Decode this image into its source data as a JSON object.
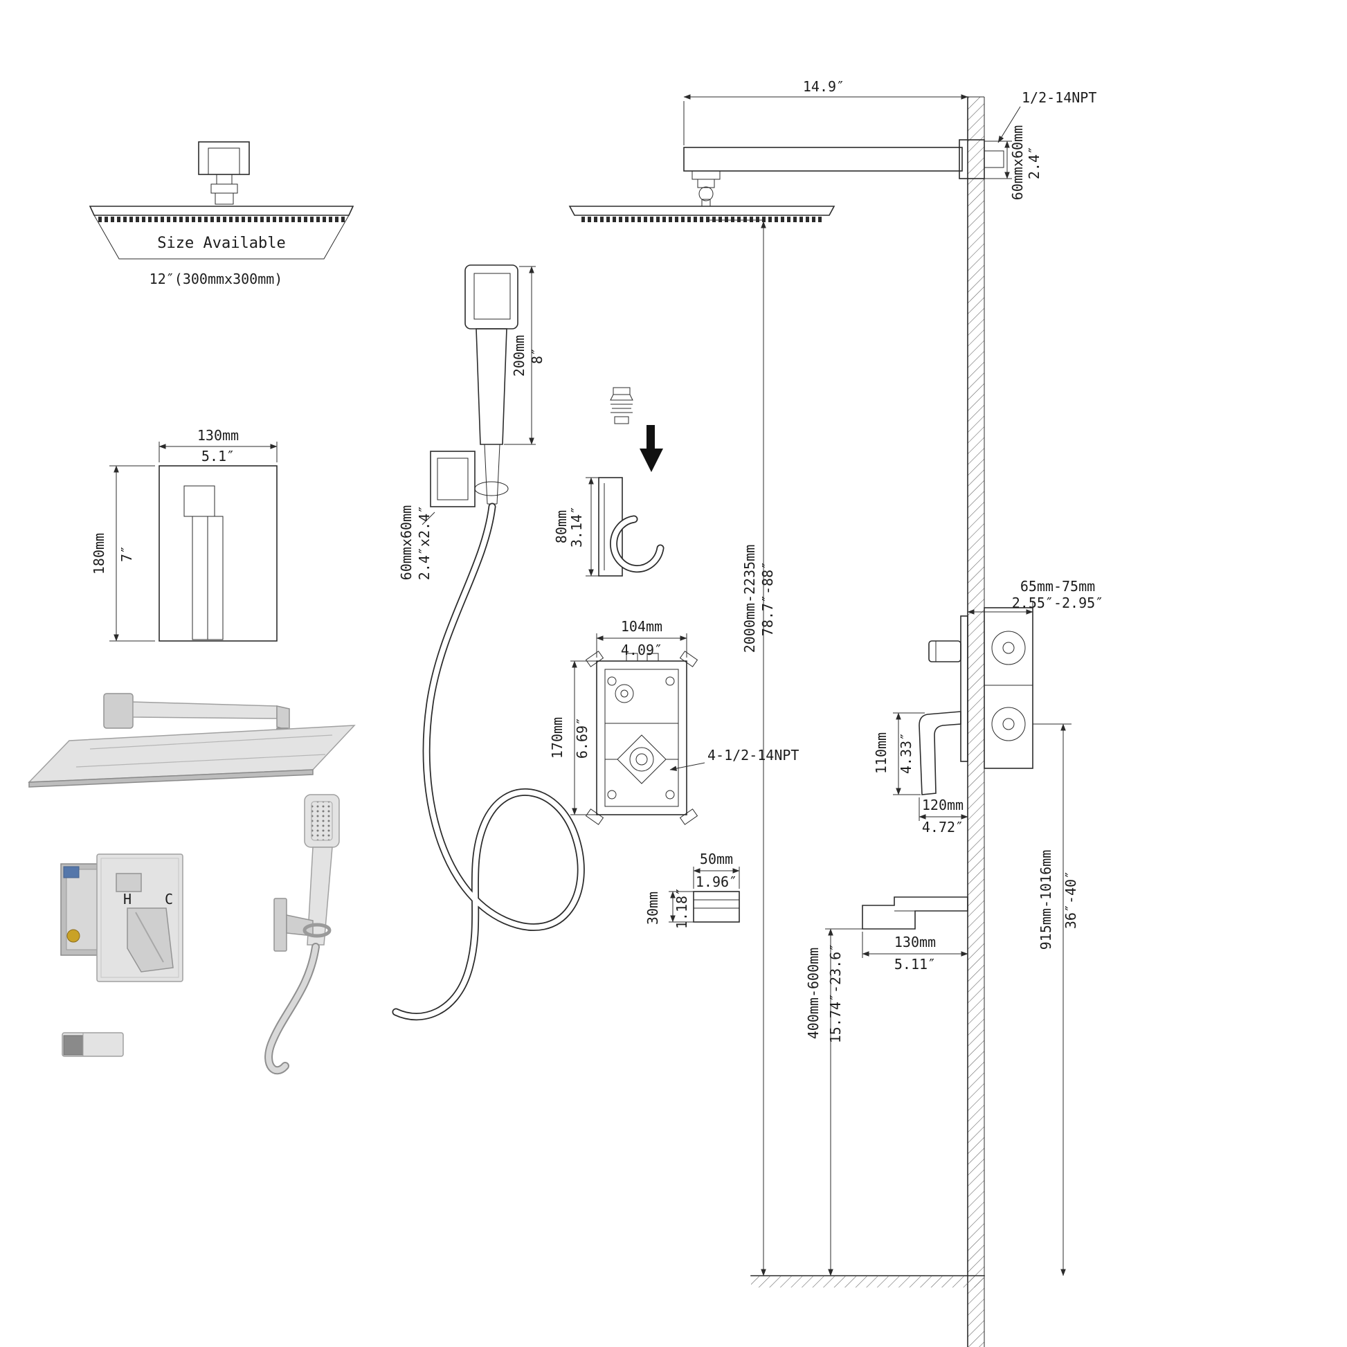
{
  "overhead_head": {
    "size_available": "Size Available",
    "size_spec": "12″(300mmx300mm)"
  },
  "front_view": {
    "arm_length_in": "14.9″",
    "npt_label": "1/2-14NPT",
    "flange_mm": "60mmx60mm",
    "flange_in": "2.4″",
    "height_mm": "2000mm-2235mm",
    "height_in": "78.7″-88″"
  },
  "trim_plate": {
    "width_mm": "130mm",
    "width_in": "5.1″",
    "height_mm": "180mm",
    "height_in": "7″"
  },
  "handheld": {
    "length_mm": "200mm",
    "length_in": "8″",
    "holder_mm": "60mmx60mm",
    "holder_in": "2.4″x2.4″"
  },
  "bracket": {
    "height_mm": "80mm",
    "height_in": "3.14″"
  },
  "rough_valve": {
    "width_mm": "104mm",
    "width_in": "4.09″",
    "height_mm": "170mm",
    "height_in": "6.69″",
    "npt_label": "4-1/2-14NPT"
  },
  "side_view": {
    "depth_mm": "65mm-75mm",
    "depth_in": "2.55″-2.95″",
    "handle_h_mm": "110mm",
    "handle_h_in": "4.33″",
    "handle_l_mm": "120mm",
    "handle_l_in": "4.72″",
    "valve_height_mm": "915mm-1016mm",
    "valve_height_in": "36″-40″",
    "spout_l_mm": "130mm",
    "spout_l_in": "5.11″",
    "spout_h_mm": "400mm-600mm",
    "spout_h_in": "15.74″-23.6″"
  },
  "spout_detail": {
    "width_mm": "50mm",
    "width_in": "1.96″",
    "height_mm": "30mm",
    "height_in": "1.18″"
  },
  "render_labels": {
    "hot": "H",
    "cold": "C"
  }
}
